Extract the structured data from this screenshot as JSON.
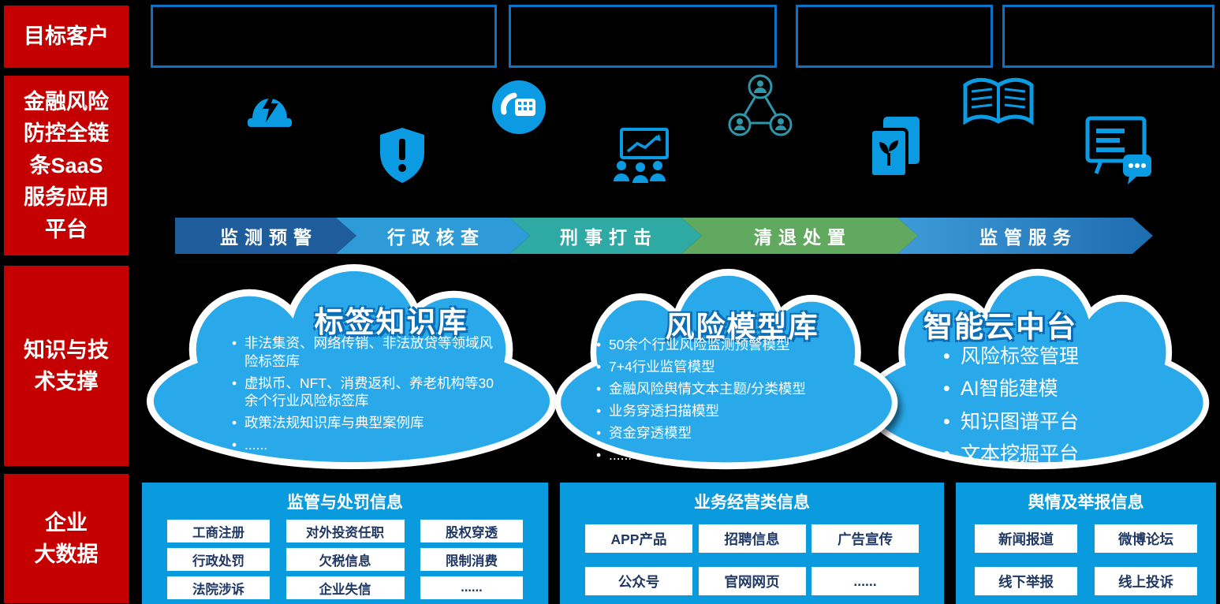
{
  "colors": {
    "background": "#000000",
    "rail_red": "#C40000",
    "target_box_border": "#0B72C6",
    "icon_blue": "#0B9BE3",
    "icon_teal": "#2E96A8",
    "cloud_blue": "#29A9EA",
    "panel_blue": "#0A9BDF",
    "chip_text": "#203864",
    "stage_colors": [
      "#1E5C9B",
      "#2E9BD8",
      "#2FA9A4",
      "#61A95F",
      "#2C85C7"
    ]
  },
  "left_rail": {
    "items": [
      {
        "label": "目标客户"
      },
      {
        "label": "金融风险\n防控全链\n条SaaS\n服务应用\n平台"
      },
      {
        "label": "知识与技\n术支撑"
      },
      {
        "label": "企业\n大数据"
      }
    ]
  },
  "pipeline": {
    "stages": [
      {
        "label": "监测预警"
      },
      {
        "label": "行政核查"
      },
      {
        "label": "刑事打击"
      },
      {
        "label": "清退处置"
      },
      {
        "label": "监管服务"
      }
    ],
    "icons": [
      "alarm-siren-icon",
      "warning-shield-icon",
      "handcuffs-icon",
      "presentation-chart-icon",
      "people-network-icon",
      "document-growth-icon",
      "open-book-icon",
      "monitor-feedback-icon"
    ]
  },
  "knowledge": {
    "clouds": [
      {
        "title": "标签知识库",
        "items": [
          "非法集资、网络传销、非法放贷等领域风险标签库",
          "虚拟币、NFT、消费返利、养老机构等30余个行业风险标签库",
          "政策法规知识库与典型案例库",
          "......"
        ]
      },
      {
        "title": "风险模型库",
        "items": [
          "50余个行业风险监测预警模型",
          "7+4行业监管模型",
          "金融风险舆情文本主题/分类模型",
          "业务穿透扫描模型",
          "资金穿透模型",
          "......"
        ]
      },
      {
        "title": "智能云中台",
        "items": [
          "风险标签管理",
          "AI智能建模",
          "知识图谱平台",
          "文本挖掘平台"
        ]
      }
    ]
  },
  "big_data": {
    "panels": [
      {
        "title": "监管与处罚信息",
        "items": [
          "工商注册",
          "对外投资任职",
          "股权穿透",
          "行政处罚",
          "欠税信息",
          "限制消费",
          "法院涉诉",
          "企业失信",
          "......"
        ]
      },
      {
        "title": "业务经营类信息",
        "items": [
          "APP产品",
          "招聘信息",
          "广告宣传",
          "公众号",
          "官网网页",
          "......"
        ]
      },
      {
        "title": "舆情及举报信息",
        "items": [
          "新闻报道",
          "微博论坛",
          "线下举报",
          "线上投诉"
        ]
      }
    ]
  }
}
